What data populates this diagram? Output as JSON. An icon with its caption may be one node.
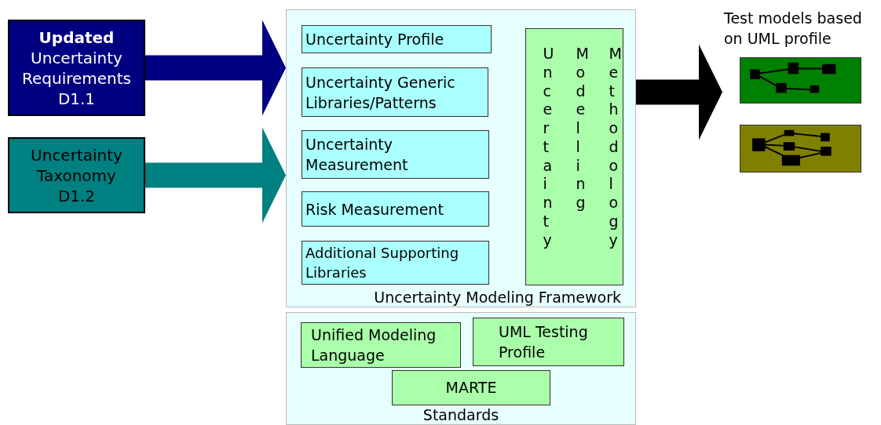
{
  "diagram": {
    "nodes": [
      {
        "text": [
          "**Updated** Uncertainty Requirements D1.1"
        ]
      },
      {
        "text": [
          "Uncertainty Taxonomy D1.2"
        ]
      },
      {
        "text": [
          "Uncertainty Modeling Framework"
        ]
      },
      {
        "text": [
          "Uncertainty Profile"
        ],
        "in": 2
      },
      {
        "text": [
          "Uncertainty Generic Libraries/Patterns"
        ],
        "in": 2
      },
      {
        "text": [
          "Uncertainty Measurement"
        ],
        "in": 2
      },
      {
        "text": [
          "Risk Measurement"
        ],
        "in": 2
      },
      {
        "text": [
          "Additional Supporting Libraries"
        ],
        "in": 2
      },
      {
        "text": [
          "Uncertainty Modelling Methodology"
        ],
        "in": 2
      },
      {
        "text": [
          "Standards"
        ]
      },
      {
        "text": [
          "Unified Modeling Language"
        ],
        "in": 9
      },
      {
        "text": [
          "UML Testing Profile"
        ],
        "in": 9
      },
      {
        "text": [
          "MARTE"
        ],
        "in": 9
      },
      {
        "text": [
          "Test models based on UML profile"
        ]
      },
      {
        "text": [],
        "shape": "picture",
        "in": 13
      },
      {
        "text": [],
        "shape": "picture",
        "in": 13
      }
    ],
    "edges": [
      {
        "from": 0,
        "to": 2,
        "arrow": "to",
        "color": "#000080"
      },
      {
        "from": 1,
        "to": 2,
        "arrow": "to",
        "color": "#008080"
      },
      {
        "from": 2,
        "to": 13,
        "arrow": "to",
        "color": "#000000"
      }
    ]
  }
}
